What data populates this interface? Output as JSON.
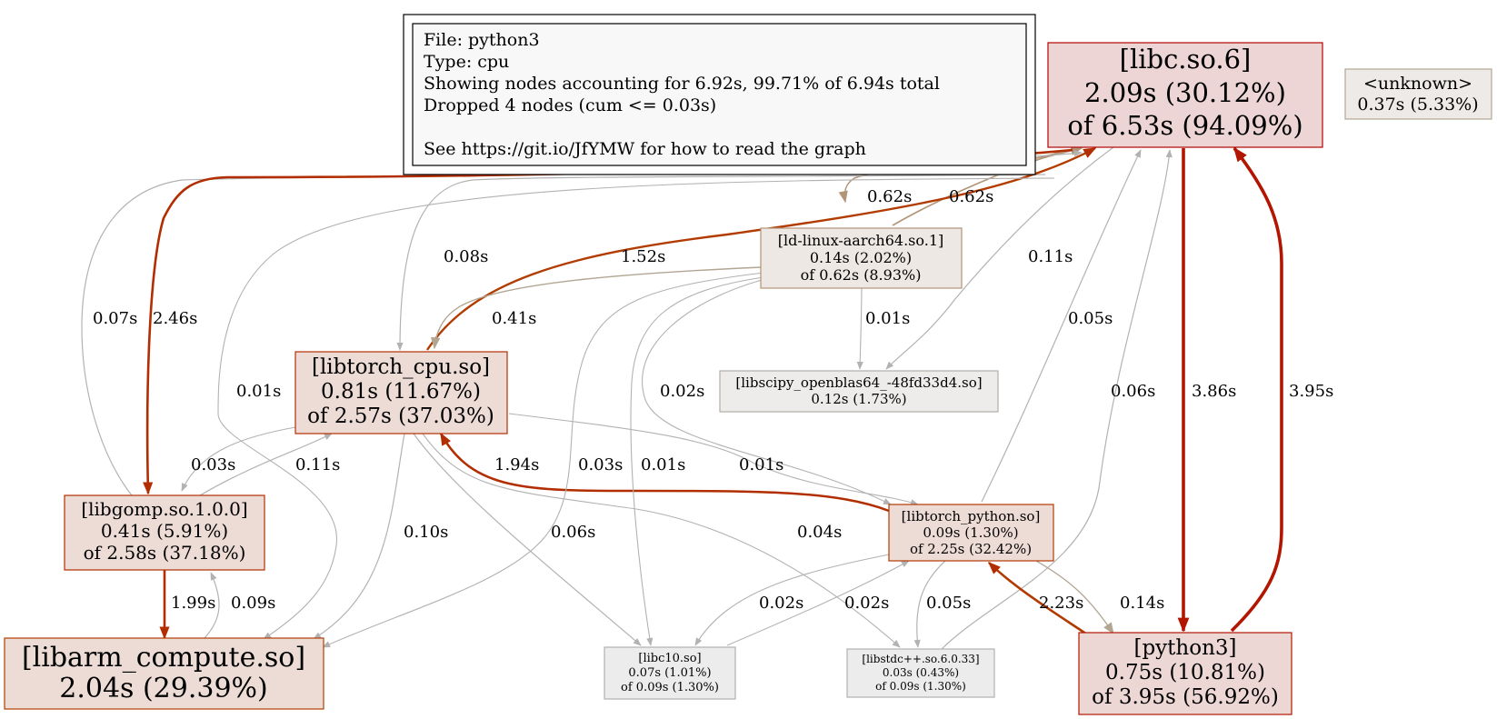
{
  "legend": {
    "lines": [
      "File: python3",
      "Type: cpu",
      "Showing nodes accounting for 6.92s, 99.71% of 6.94s total",
      "Dropped 4 nodes (cum <= 0.03s)",
      "",
      "See https://git.io/JfYMW for how to read the graph"
    ]
  },
  "nodes": {
    "libc": {
      "lines": [
        "[libc.so.6]",
        "2.09s (30.12%)",
        "of 6.53s (94.09%)"
      ],
      "fill": "#edd5d5",
      "stroke": "#b20400"
    },
    "unknown": {
      "lines": [
        "<unknown>",
        "0.37s (5.33%)"
      ],
      "fill": "#edeae7",
      "stroke": "#b2a693"
    },
    "ldlinux": {
      "lines": [
        "[ld-linux-aarch64.so.1]",
        "0.14s (2.02%)",
        "of 0.62s (8.93%)"
      ],
      "fill": "#ede8e4",
      "stroke": "#b29477"
    },
    "libscipy": {
      "lines": [
        "[libscipy_openblas64_-48fd33d4.so]",
        "0.12s (1.73%)"
      ],
      "fill": "#edeceb",
      "stroke": "#b2aea6"
    },
    "libtorch_cpu": {
      "lines": [
        "[libtorch_cpu.so]",
        "0.81s (11.67%)",
        "of 2.57s (37.03%)"
      ],
      "fill": "#eddbd5",
      "stroke": "#b22e00"
    },
    "libgomp": {
      "lines": [
        "[libgomp.so.1.0.0]",
        "0.41s (5.91%)",
        "of 2.58s (37.18%)"
      ],
      "fill": "#eddbd5",
      "stroke": "#b22e00"
    },
    "libtorch_python": {
      "lines": [
        "[libtorch_python.so]",
        "0.09s (1.30%)",
        "of 2.25s (32.42%)"
      ],
      "fill": "#eddcd5",
      "stroke": "#b23a00"
    },
    "libarm": {
      "lines": [
        "[libarm_compute.so]",
        "2.04s (29.39%)"
      ],
      "fill": "#eddcd5",
      "stroke": "#b23c00"
    },
    "libc10": {
      "lines": [
        "[libc10.so]",
        "0.07s (1.01%)",
        "of 0.09s (1.30%)"
      ],
      "fill": "#edecec",
      "stroke": "#b2b0ad"
    },
    "libstdcpp": {
      "lines": [
        "[libstdc++.so.6.0.33]",
        "0.03s (0.43%)",
        "of 0.09s (1.30%)"
      ],
      "fill": "#edecec",
      "stroke": "#b2b0ad"
    },
    "python3": {
      "lines": [
        "[python3]",
        "0.75s (10.81%)",
        "of 3.95s (56.92%)"
      ],
      "fill": "#edd7d5",
      "stroke": "#b21600"
    }
  },
  "edges": {
    "e_libc_ld": "0.62s",
    "e_ld_libc": "0.62s",
    "e_libc_torchcpu": "0.08s",
    "e_torchcpu_libc": "1.52s",
    "e_libc_scipy": "0.11s",
    "e_gomp_libc": "0.07s",
    "e_libc_gomp": "2.46s",
    "e_ld_torchcpu": "0.41s",
    "e_ld_scipy": "0.01s",
    "e_tpy_libc": "0.05s",
    "e_std_libc": "0.06s",
    "e_libc_python": "3.86s",
    "e_python_libc": "3.95s",
    "e_libc_arm": "0.01s",
    "e_ld_tpy": "0.02s",
    "e_torchcpu_gomp": "0.03s",
    "e_gomp_torchcpu": "0.11s",
    "e_tpy_torchcpu": "1.94s",
    "e_ld_arm": "0.03s",
    "e_ld_c10": "0.01s",
    "e_torchcpu_tpy": "0.01s",
    "e_torchcpu_arm": "0.10s",
    "e_torchcpu_c10": "0.06s",
    "e_torchcpu_std": "0.04s",
    "e_gomp_arm": "1.99s",
    "e_arm_gomp": "0.09s",
    "e_tpy_c10": "0.02s",
    "e_c10_tpy": "0.02s",
    "e_tpy_std": "0.05s",
    "e_python_tpy": "2.23s",
    "e_tpy_python": "0.14s"
  },
  "colors": {
    "gray_edge": "#b2b2b2",
    "hot_edge": "#b22e00",
    "brown_edge": "#b29477",
    "tan_edge": "#b2a693"
  }
}
